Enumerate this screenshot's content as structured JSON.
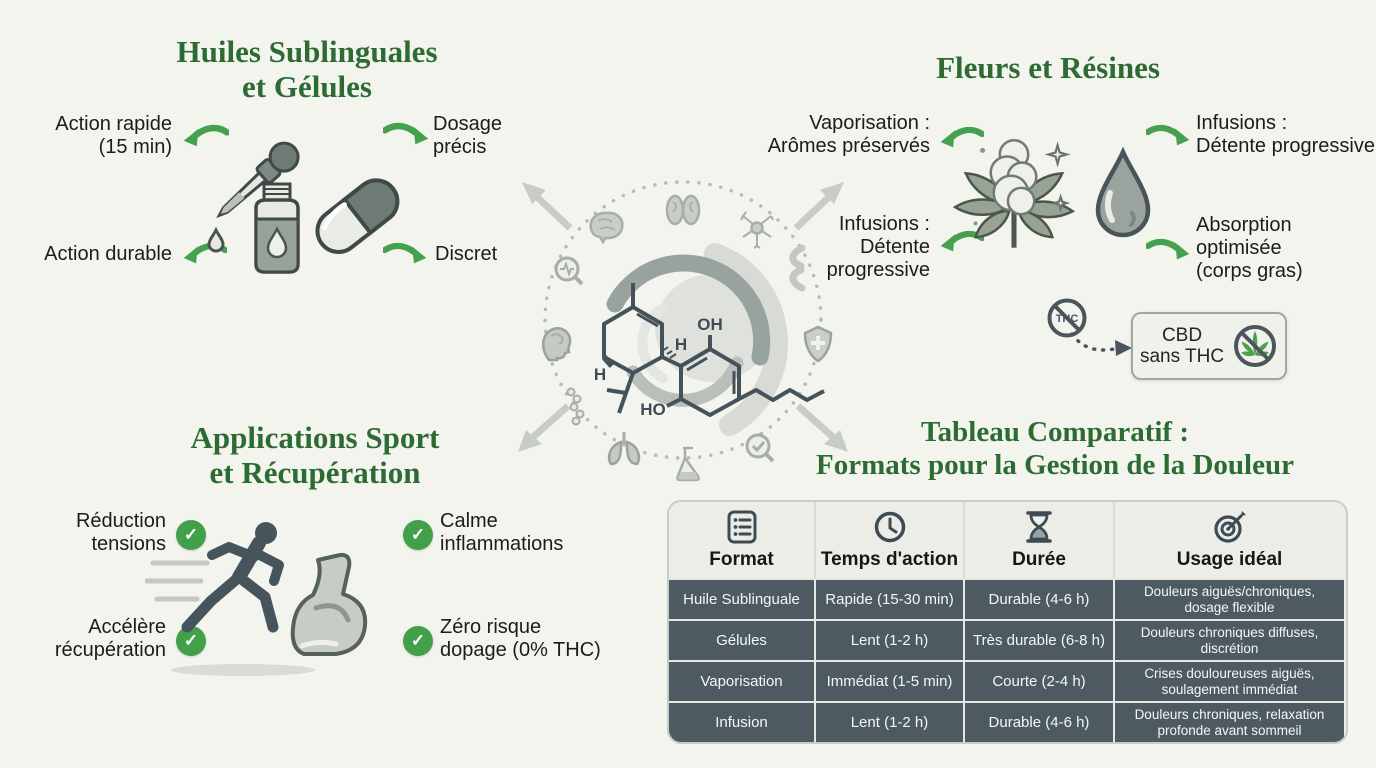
{
  "colors": {
    "background": "#f3f4ed",
    "heading_green": "#2d6b34",
    "arrow_green": "#45a14d",
    "check_green": "#43a04a",
    "slate_dark": "#44525a",
    "table_row_bg": "#4d5a62",
    "table_header_bg": "#ecede7",
    "gray_icon": "#b0b7b2"
  },
  "icons": {
    "check": "✓",
    "hub_icons": [
      "brain-side",
      "brain-top",
      "neuron",
      "joint",
      "shield",
      "pulse-magnifier",
      "head-profile",
      "molecule-chain",
      "lungs",
      "flask",
      "check-magnifier"
    ],
    "center_arrows": [
      "arrow-top-left",
      "arrow-top-right",
      "arrow-bottom-left",
      "arrow-bottom-right"
    ]
  },
  "oils": {
    "title_line1": "Huiles Sublinguales",
    "title_line2": "et Gélules",
    "top_left_line1": "Action rapide",
    "top_left_line2": "(15 min)",
    "top_right_line1": "Dosage",
    "top_right_line2": "précis",
    "bottom_left": "Action durable",
    "bottom_right": "Discret"
  },
  "flowers": {
    "title": "Fleurs et Résines",
    "top_left_line1": "Vaporisation :",
    "top_left_line2": "Arômes préservés",
    "top_right_line1": "Infusions :",
    "top_right_line2": "Détente progressive",
    "bottom_left_line1": "Infusions :",
    "bottom_left_line2": "Détente",
    "bottom_left_line3": "progressive",
    "bottom_right_line1": "Absorption",
    "bottom_right_line2": "optimisée",
    "bottom_right_line3": "(corps gras)",
    "no_thc_text": "THC",
    "badge_line1": "CBD",
    "badge_line2": "sans THC"
  },
  "molecule": {
    "label_oh_top": "OH",
    "label_h_right": "H",
    "label_h_left": "H",
    "label_ho_bottom": "HO"
  },
  "sport": {
    "title_line1": "Applications Sport",
    "title_line2": "et Récupération",
    "top_left_line1": "Réduction",
    "top_left_line2": "tensions",
    "top_right_line1": "Calme",
    "top_right_line2": "inflammations",
    "bottom_left_line1": "Accélère",
    "bottom_left_line2": "récupération",
    "bottom_right_line1": "Zéro risque",
    "bottom_right_line2": "dopage (0% THC)"
  },
  "table": {
    "title_line1": "Tableau Comparatif :",
    "title_line2": "Formats pour la Gestion de la Douleur",
    "columns": [
      {
        "icon": "list-icon",
        "label": "Format"
      },
      {
        "icon": "clock-icon",
        "label": "Temps d'action"
      },
      {
        "icon": "hourglass-icon",
        "label": "Durée"
      },
      {
        "icon": "target-icon",
        "label": "Usage idéal"
      }
    ],
    "rows": [
      [
        "Huile Sublinguale",
        "Rapide (15-30 min)",
        "Durable (4-6 h)",
        "Douleurs aiguës/chroniques, dosage flexible"
      ],
      [
        "Gélules",
        "Lent (1-2 h)",
        "Très durable (6-8 h)",
        "Douleurs chroniques diffuses, discrétion"
      ],
      [
        "Vaporisation",
        "Immédiat (1-5 min)",
        "Courte (2-4 h)",
        "Crises douloureuses aiguës, soulagement immédiat"
      ],
      [
        "Infusion",
        "Lent (1-2 h)",
        "Durable (4-6 h)",
        "Douleurs chroniques, relaxation profonde avant sommeil"
      ]
    ]
  }
}
